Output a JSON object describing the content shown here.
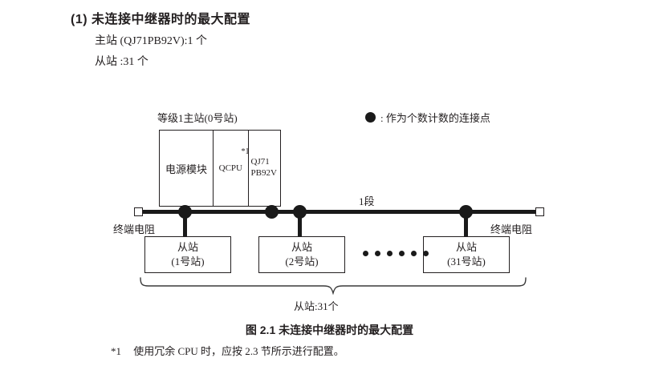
{
  "section": {
    "title": "(1) 未连接中继器时的最大配置",
    "specs": [
      "主站 (QJ71PB92V):1 个",
      "从站 :31 个"
    ]
  },
  "legend": {
    "symbol": "dot-filled-icon",
    "text": ": 作为个数计数的连接点"
  },
  "diagram": {
    "master": {
      "label": "等级1主站(0号站)",
      "slots": [
        {
          "name": "power-supply-module",
          "text": "电源模块"
        },
        {
          "name": "cpu-module",
          "text": "QCPU",
          "note": "*1"
        },
        {
          "name": "profibus-module",
          "line1": "QJ71",
          "line2": "PB92V"
        }
      ]
    },
    "bus": {
      "segment_label": "1段",
      "terminator_left_label": "终端电阻",
      "terminator_right_label": "终端电阻"
    },
    "slaves": [
      {
        "line1": "从站",
        "line2": "(1号站)"
      },
      {
        "line1": "从站",
        "line2": "(2号站)"
      },
      {
        "line1": "从站",
        "line2": "(31号站)"
      }
    ],
    "ellipsis_count": 6,
    "brace_label": "从站:31个"
  },
  "caption": "图 2.1  未连接中继器时的最大配置",
  "footnote": {
    "mark": "*1",
    "text": "使用冗余 CPU 时，应按 2.3 节所示进行配置。"
  },
  "colors": {
    "ink": "#231f20",
    "line": "#1a1a1a",
    "paper": "#ffffff"
  }
}
